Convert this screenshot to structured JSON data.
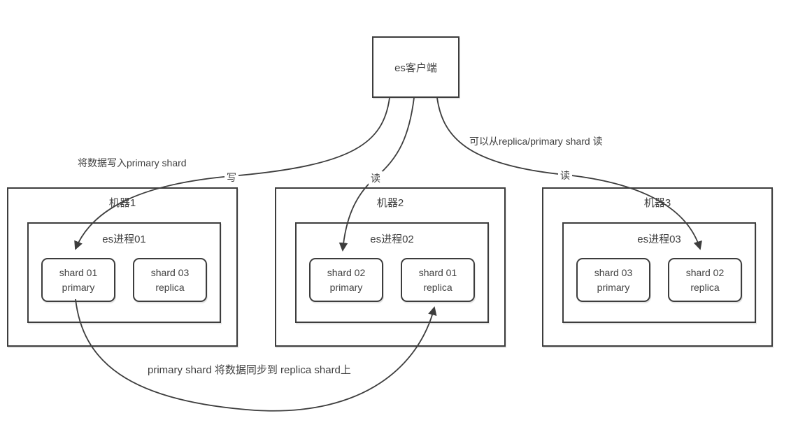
{
  "client": {
    "label": "es客户端"
  },
  "machines": [
    {
      "label": "机器1",
      "process_label": "es进程01",
      "shards": [
        "shard 01\nprimary",
        "shard 03\nreplica"
      ]
    },
    {
      "label": "机器2",
      "process_label": "es进程02",
      "shards": [
        "shard 02\nprimary",
        "shard 01\nreplica"
      ]
    },
    {
      "label": "机器3",
      "process_label": "es进程03",
      "shards": [
        "shard 03\nprimary",
        "shard 02\nreplica"
      ]
    }
  ],
  "edges": {
    "write": {
      "label": "写",
      "note": "将数据写入primary shard"
    },
    "read_mid": {
      "label": "读"
    },
    "read_right": {
      "label": "读",
      "note": "可以从replica/primary shard 读"
    },
    "sync": {
      "note": "primary shard 将数据同步到 replica shard上"
    }
  },
  "colors": {
    "line": "#3d3d3d",
    "text": "#3f3f3f",
    "background": "#ffffff"
  }
}
